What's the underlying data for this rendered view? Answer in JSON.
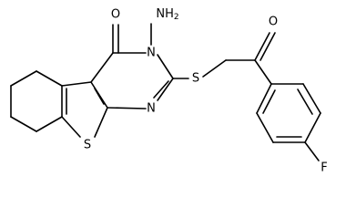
{
  "molecule": {
    "atoms": {
      "amino": "NH2",
      "ring_n_top": "N",
      "ring_n_bottom": "N",
      "carbonyl_o_left": "O",
      "carbonyl_o_right": "O",
      "thioether_s": "S",
      "thiophene_s": "S",
      "fluorine": "F"
    }
  }
}
